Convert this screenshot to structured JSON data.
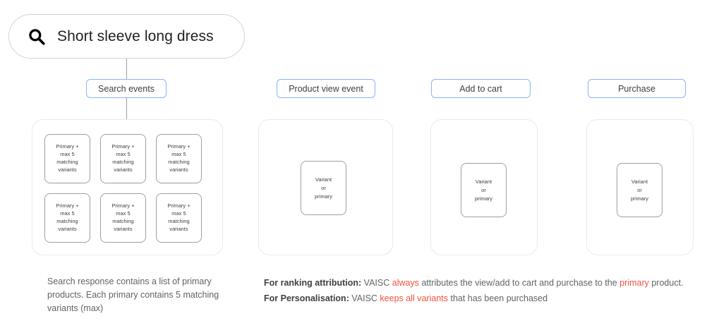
{
  "search": {
    "icon": "search-icon",
    "query": "Short sleeve long dress"
  },
  "pills": {
    "search_events": "Search events",
    "product_view_event": "Product view event",
    "add_to_cart": "Add to cart",
    "purchase": "Purchase"
  },
  "cards": {
    "primary_variant": {
      "line1": "Primary +",
      "line2": "max 5",
      "line3": "matching",
      "line4": "variants"
    },
    "variant_or_primary": {
      "line1": "Variant",
      "line2": "or",
      "line3": "primary"
    }
  },
  "captions": {
    "search_response": "Search response contains a list of primary products. Each primary contains 5 matching variants (max)"
  },
  "notes": {
    "ranking": {
      "label": "For ranking attribution:",
      "part1": "VAISC",
      "highlight1": "always",
      "part2": "attributes the view/add to cart and purchase to the",
      "highlight2": "primary",
      "part3": "product."
    },
    "personalisation": {
      "label": "For Personalisation:",
      "part1": "VAISC",
      "highlight1": "keeps all variants",
      "part2": "that has been purchased"
    }
  },
  "colors": {
    "pill_border": "#8ab4f8",
    "highlight_red": "#f4533c",
    "card_border": "#9aa0a6",
    "panel_border": "#e8eaed",
    "text": "#3c4043",
    "muted_text": "#5f6368"
  }
}
